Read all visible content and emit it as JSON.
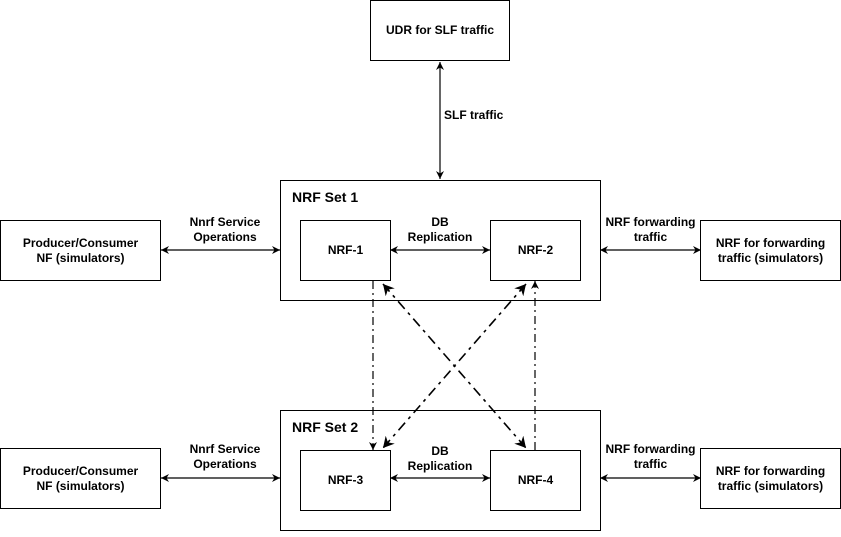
{
  "udr": {
    "label": "UDR for SLF traffic"
  },
  "slf_label": "SLF traffic",
  "set1": {
    "title": "NRF Set 1",
    "nrf_a": "NRF-1",
    "nrf_b": "NRF-2",
    "db_line1": "DB",
    "db_line2": "Replication"
  },
  "set2": {
    "title": "NRF Set 2",
    "nrf_a": "NRF-3",
    "nrf_b": "NRF-4",
    "db_line1": "DB",
    "db_line2": "Replication"
  },
  "left": {
    "producer_line1": "Producer/Consumer",
    "producer_line2": "NF  (simulators)",
    "ops_line1": "Nnrf Service",
    "ops_line2": "Operations"
  },
  "right": {
    "fwd_line1": "NRF forwarding",
    "fwd_line2": "traffic",
    "target_line1": "NRF for forwarding",
    "target_line2": "traffic (simulators)"
  }
}
